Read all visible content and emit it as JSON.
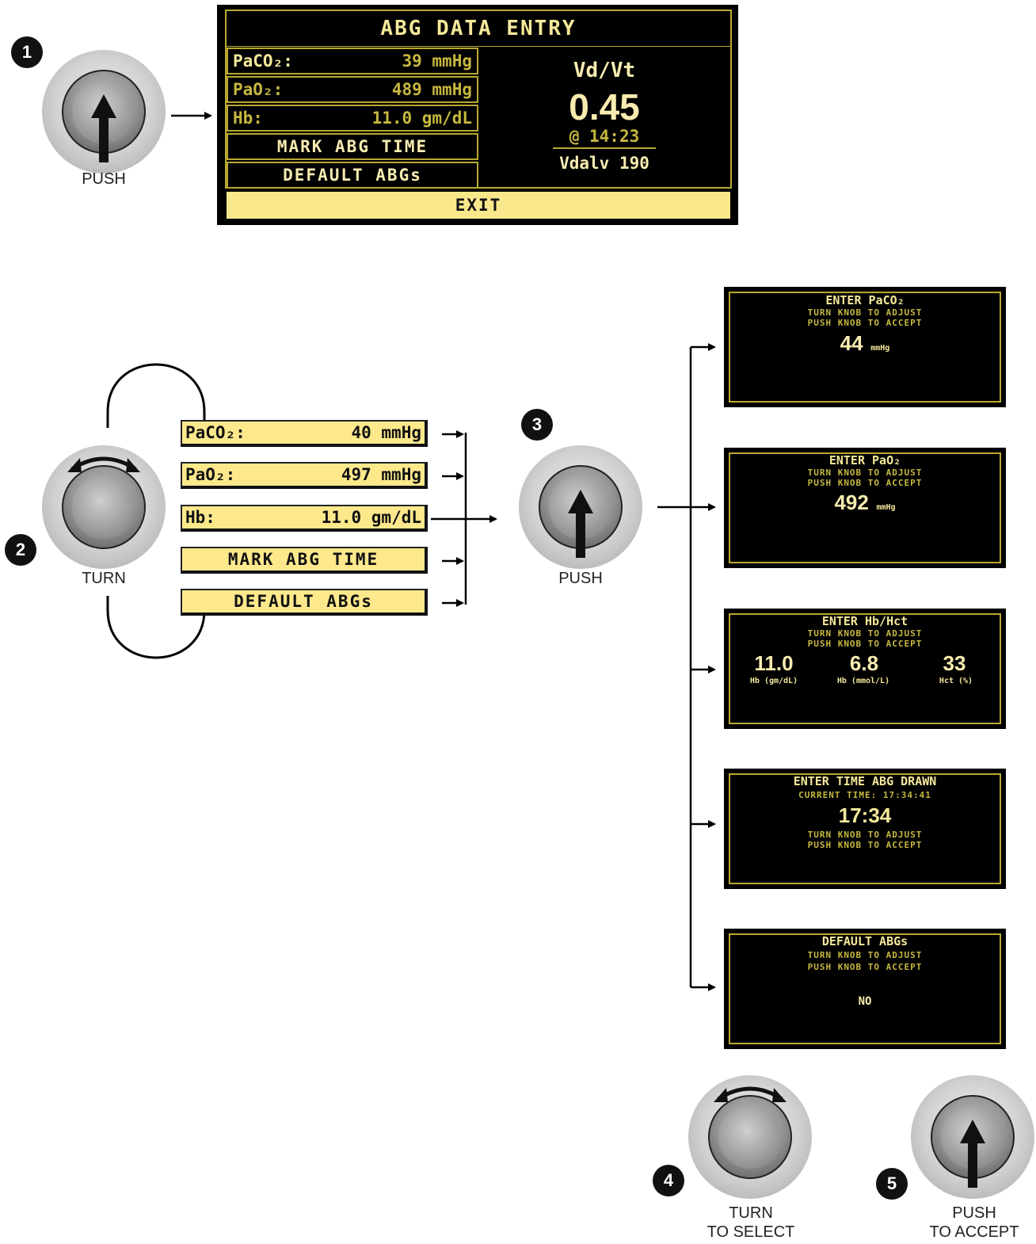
{
  "steps": {
    "s1": "1",
    "s2": "2",
    "s3": "3",
    "s4": "4",
    "s5": "5"
  },
  "captions": {
    "push1": "PUSH",
    "turn2": "TURN",
    "push3": "PUSH",
    "turn4_line1": "TURN",
    "turn4_line2": "TO SELECT",
    "push5_line1": "PUSH",
    "push5_line2": "TO ACCEPT"
  },
  "main_screen": {
    "title": "ABG DATA ENTRY",
    "rows": [
      {
        "label": "PaCO₂:",
        "value": "39 mmHg"
      },
      {
        "label": "PaO₂:",
        "value": "489 mmHg"
      },
      {
        "label": "Hb:",
        "value": "11.0 gm/dL"
      }
    ],
    "mark_time": "MARK ABG TIME",
    "default_abgs": "DEFAULT ABGs",
    "exit": "EXIT",
    "vd_label": "Vd/Vt",
    "vd_value": "0.45",
    "vd_time": "@ 14:23",
    "vdalv": "Vdalv 190"
  },
  "menu_items": [
    {
      "label": "PaCO₂:",
      "value": "40 mmHg"
    },
    {
      "label": "PaO₂:",
      "value": "497 mmHg"
    },
    {
      "label": "Hb:",
      "value": "11.0 gm/dL"
    },
    {
      "label": "MARK ABG TIME",
      "value": ""
    },
    {
      "label": "DEFAULT ABGs",
      "value": ""
    }
  ],
  "sub_screens": {
    "paco2": {
      "title": "ENTER PaCO₂",
      "line1": "TURN KNOB TO ADJUST",
      "line2": "PUSH KNOB TO ACCEPT",
      "value": "44",
      "unit": "mmHg"
    },
    "pao2": {
      "title": "ENTER PaO₂",
      "line1": "TURN KNOB TO ADJUST",
      "line2": "PUSH KNOB TO ACCEPT",
      "value": "492",
      "unit": "mmHg"
    },
    "hb": {
      "title": "ENTER Hb/Hct",
      "line1": "TURN KNOB TO ADJUST",
      "line2": "PUSH KNOB TO ACCEPT",
      "v1": "11.0",
      "l1": "Hb (gm/dL)",
      "v2": "6.8",
      "l2": "Hb (mmol/L)",
      "v3": "33",
      "l3": "Hct (%)"
    },
    "time": {
      "title": "ENTER TIME ABG DRAWN",
      "current": "CURRENT TIME: 17:34:41",
      "value": "17:34",
      "line1": "TURN KNOB TO ADJUST",
      "line2": "PUSH KNOB TO ACCEPT"
    },
    "defaults": {
      "title": "DEFAULT ABGs",
      "line1": "TURN KNOB TO ADJUST",
      "line2": "PUSH KNOB TO ACCEPT",
      "value": "NO"
    }
  }
}
